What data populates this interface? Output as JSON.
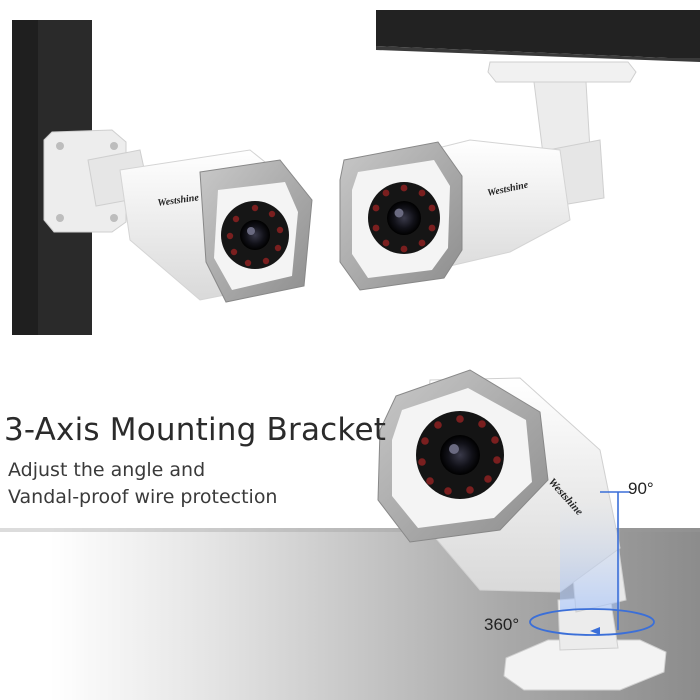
{
  "headline": "3-Axis Mounting Bracket",
  "subtitle_line1": "Adjust the angle and",
  "subtitle_line2": "Vandal-proof wire protection",
  "rotation": {
    "vertical_label": "90°",
    "horizontal_label": "360°"
  },
  "brand": "Westshine",
  "colors": {
    "wall": "#222222",
    "camera_body": "#f2f2f2",
    "visor": "#9c9c9c",
    "accent_blue": "#3b6fd8"
  }
}
